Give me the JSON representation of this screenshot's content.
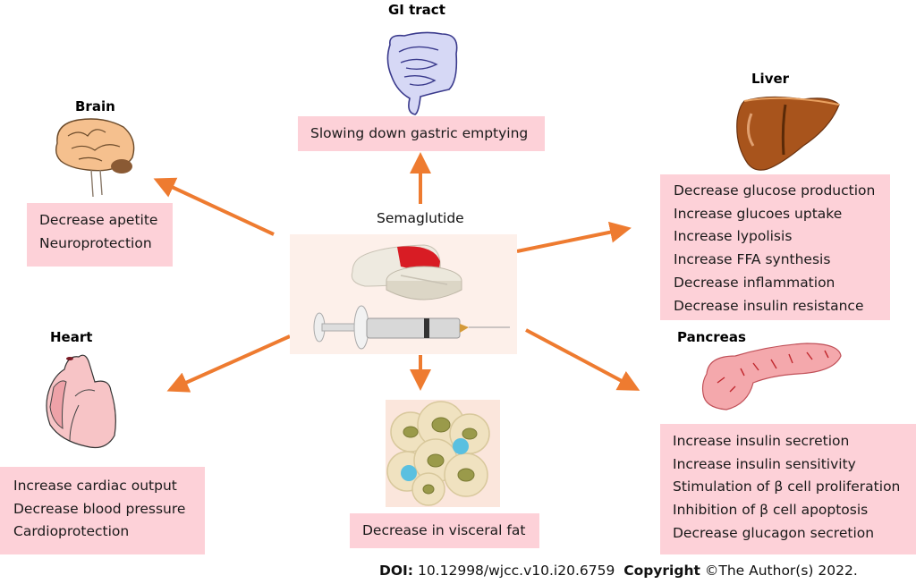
{
  "center": {
    "label": "Semaglutide",
    "icon": "pill-and-syringe"
  },
  "arrow_color": "#ee7b30",
  "box_color": "#fdd1d8",
  "organs": {
    "gi": {
      "title": "GI tract",
      "icon": "intestine",
      "effects": [
        "Slowing down gastric emptying"
      ]
    },
    "brain": {
      "title": "Brain",
      "icon": "brain",
      "effects": [
        "Decrease apetite",
        "Neuroprotection"
      ]
    },
    "liver": {
      "title": "Liver",
      "icon": "liver",
      "effects": [
        "Decrease glucose production",
        "Increase glucoes uptake",
        "Increase lypolisis",
        "Increase FFA synthesis",
        "Decrease inflammation",
        "Decrease insulin resistance"
      ]
    },
    "heart": {
      "title": "Heart",
      "icon": "heart",
      "effects": [
        "Increase cardiac output",
        "Decrease blood pressure",
        "Cardioprotection"
      ]
    },
    "fat": {
      "title": "",
      "icon": "fat-cells",
      "effects": [
        "Decrease in visceral fat"
      ]
    },
    "pancreas": {
      "title": "Pancreas",
      "icon": "pancreas",
      "effects": [
        "Increase insulin secretion",
        "Increase insulin sensitivity",
        "Stimulation of β cell proliferation",
        "Inhibition of β cell apoptosis",
        "Decrease glucagon secretion"
      ]
    }
  },
  "footer": {
    "doi_label": "DOI:",
    "doi_value": "10.12998/wjcc.v10.i20.6759",
    "copyright_label": "Copyright",
    "copyright_value": "©The Author(s) 2022."
  }
}
